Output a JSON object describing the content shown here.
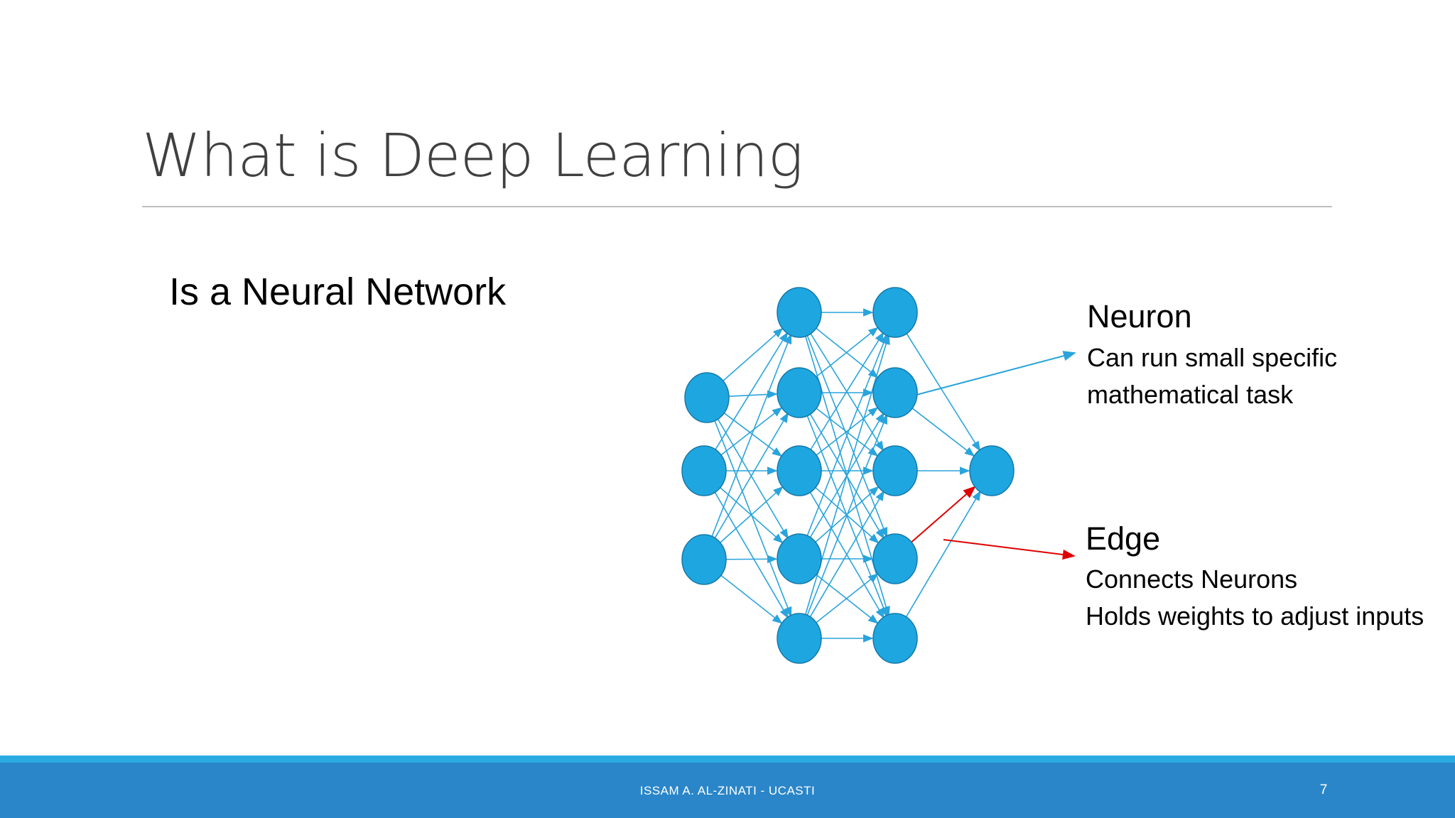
{
  "slide": {
    "title": "What is Deep Learning",
    "subtitle": "Is a Neural Network"
  },
  "labels": {
    "neuron": {
      "heading": "Neuron",
      "lines": [
        "Can run small specific",
        "mathematical task"
      ]
    },
    "edge": {
      "heading": "Edge",
      "lines": [
        "Connects Neurons",
        "Holds weights to adjust inputs"
      ]
    }
  },
  "diagram": {
    "layers": [
      3,
      5,
      5,
      1
    ],
    "node_color": "#1ea6e0",
    "node_stroke": "#1679a8",
    "edge_color": "#29a4dc",
    "highlight_color": "#e00000"
  },
  "footer": {
    "author": "ISSAM A. AL-ZINATI - UCASTI",
    "page_number": "7"
  },
  "colors": {
    "footer_bar": "#2a86c8",
    "footer_stripe": "#29abe2",
    "title_text": "#404040"
  }
}
